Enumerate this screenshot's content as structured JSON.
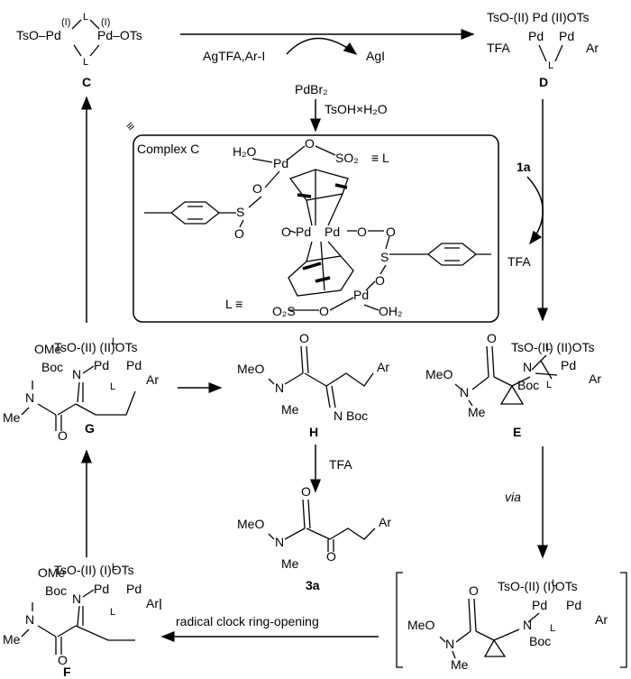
{
  "pd_dimers": {
    "C": {
      "left": "TsO–Pd",
      "left_ox": "(I)",
      "right": "Pd–OTs",
      "right_ox": "(I)",
      "bridge": "L"
    },
    "D": {
      "top": "TsO-(II) Pd (II)OTs",
      "left_sub": "TFA",
      "right_sub": "Ar",
      "bridge": "L"
    },
    "E": {
      "top": "TsO-(II) (II)OTs",
      "right_sub": "Ar",
      "bridge": "L"
    },
    "G": {
      "top": "TsO-(II) (II)OTs",
      "right_sub": "Ar",
      "bridge": "L"
    },
    "F": {
      "top": "TsO-(II) (I)OTs",
      "right_sub": "Ar",
      "bridge": "L"
    },
    "bracket": {
      "top": "TsO-(II) (I)OTs",
      "right_sub": "Ar",
      "bridge": "L"
    }
  },
  "compound_labels": {
    "C": "C",
    "D": "D",
    "E": "E",
    "F": "F",
    "G": "G",
    "H": "H",
    "product": "3a"
  },
  "reagents": {
    "top_arrow": "AgTFA,Ar-I",
    "top_byproduct": "AgI",
    "pdbr2": "PdBr₂",
    "tsoh": "TsOH×H₂O",
    "substrate": "1a",
    "tfa_side": "TFA",
    "tfa_down": "TFA",
    "via": "via",
    "radical": "radical clock ring-opening",
    "equiv": "≡"
  },
  "complex_box": {
    "title": "Complex C",
    "h2o_top": "H₂O",
    "h2o_bottom": "OH₂",
    "so2_top": "SO₂",
    "so2_bottom": "O₂S",
    "equiv_L_top": "≡  L",
    "equiv_L_bottom": "L  ≡",
    "pd": "Pd",
    "o": "O",
    "s": "S"
  },
  "fragments": {
    "meo": "MeO",
    "ome": "OMe",
    "me": "Me",
    "n": "N",
    "o": "O",
    "boc": "Boc",
    "ar": "Ar",
    "pd": "Pd",
    "l": "L"
  }
}
